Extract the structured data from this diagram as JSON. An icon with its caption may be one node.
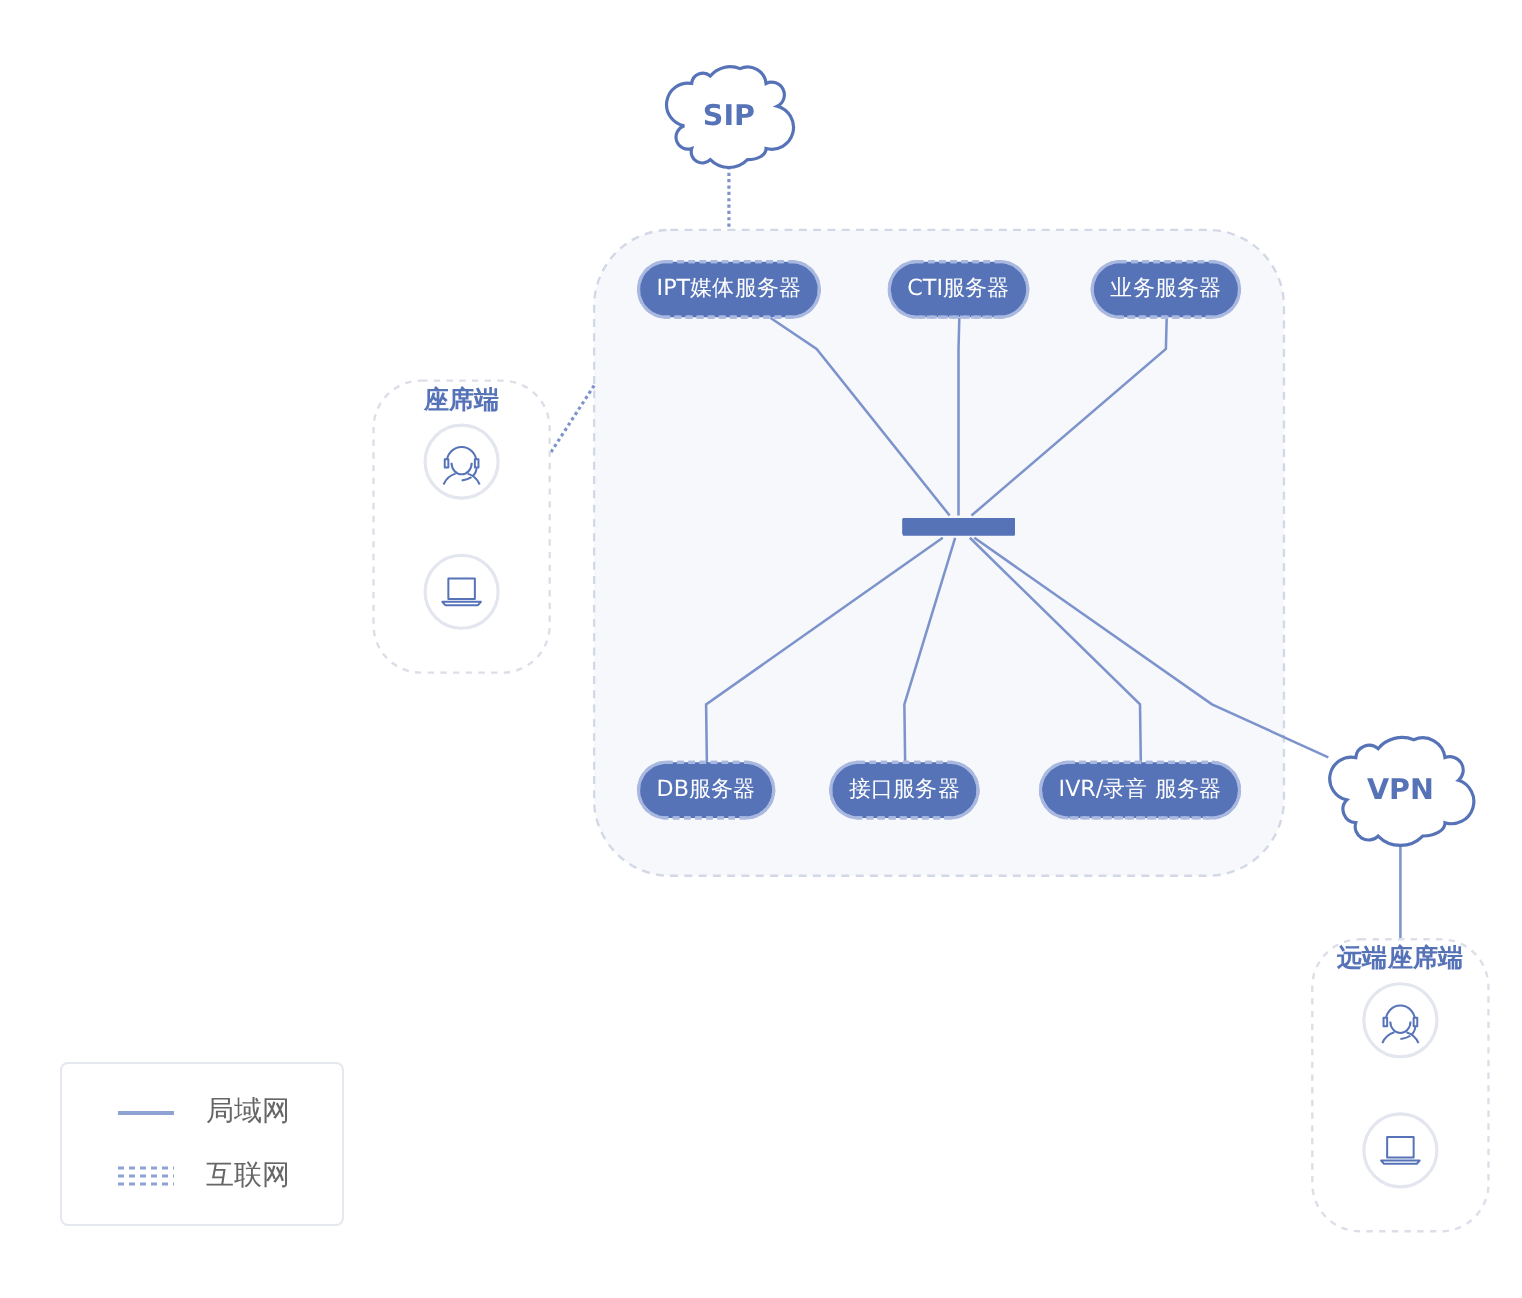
{
  "diagram": {
    "nodes": [
      {
        "text": [],
        "shape": "cloud"
      },
      {
        "text": [
          "IPT媒体服务器"
        ],
        "in": 0
      },
      {
        "text": [
          "CTI服务器"
        ],
        "in": 0
      },
      {
        "text": [
          "业务服务器"
        ],
        "in": 0
      },
      {
        "text": [],
        "shape": "bar",
        "in": 0
      },
      {
        "text": [
          "DB服务器"
        ],
        "in": 0
      },
      {
        "text": [
          "接口服务器"
        ],
        "in": 0
      },
      {
        "text": [
          "IVR/录音 服务器"
        ],
        "in": 0
      },
      {
        "text": [
          "SIP"
        ]
      },
      {
        "text": [
          "VPN"
        ]
      },
      {
        "text": [
          "座席端"
        ]
      },
      {
        "text": [],
        "shape": "picture",
        "in": 10
      },
      {
        "text": [],
        "shape": "picture",
        "in": 10
      },
      {
        "text": [
          "远端座席端"
        ]
      },
      {
        "text": [],
        "shape": "picture",
        "in": 13
      },
      {
        "text": [],
        "shape": "picture",
        "in": 13
      }
    ],
    "edges": [
      {
        "from": 1,
        "to": 4,
        "arrow": "none"
      },
      {
        "from": 2,
        "to": 4,
        "arrow": "none"
      },
      {
        "from": 3,
        "to": 4,
        "arrow": "none"
      },
      {
        "from": 4,
        "to": 5,
        "arrow": "none"
      },
      {
        "from": 4,
        "to": 6,
        "arrow": "none"
      },
      {
        "from": 4,
        "to": 7,
        "arrow": "none"
      },
      {
        "from": 8,
        "to": 0,
        "arrow": "none",
        "style": "dashed"
      },
      {
        "from": 4,
        "to": 9,
        "arrow": "none"
      },
      {
        "from": 0,
        "to": 10,
        "arrow": "none",
        "style": "dashed"
      },
      {
        "from": 9,
        "to": 13,
        "arrow": "none"
      }
    ],
    "legend": [
      {
        "text": "局域网"
      },
      {
        "text": "互联网"
      }
    ]
  }
}
